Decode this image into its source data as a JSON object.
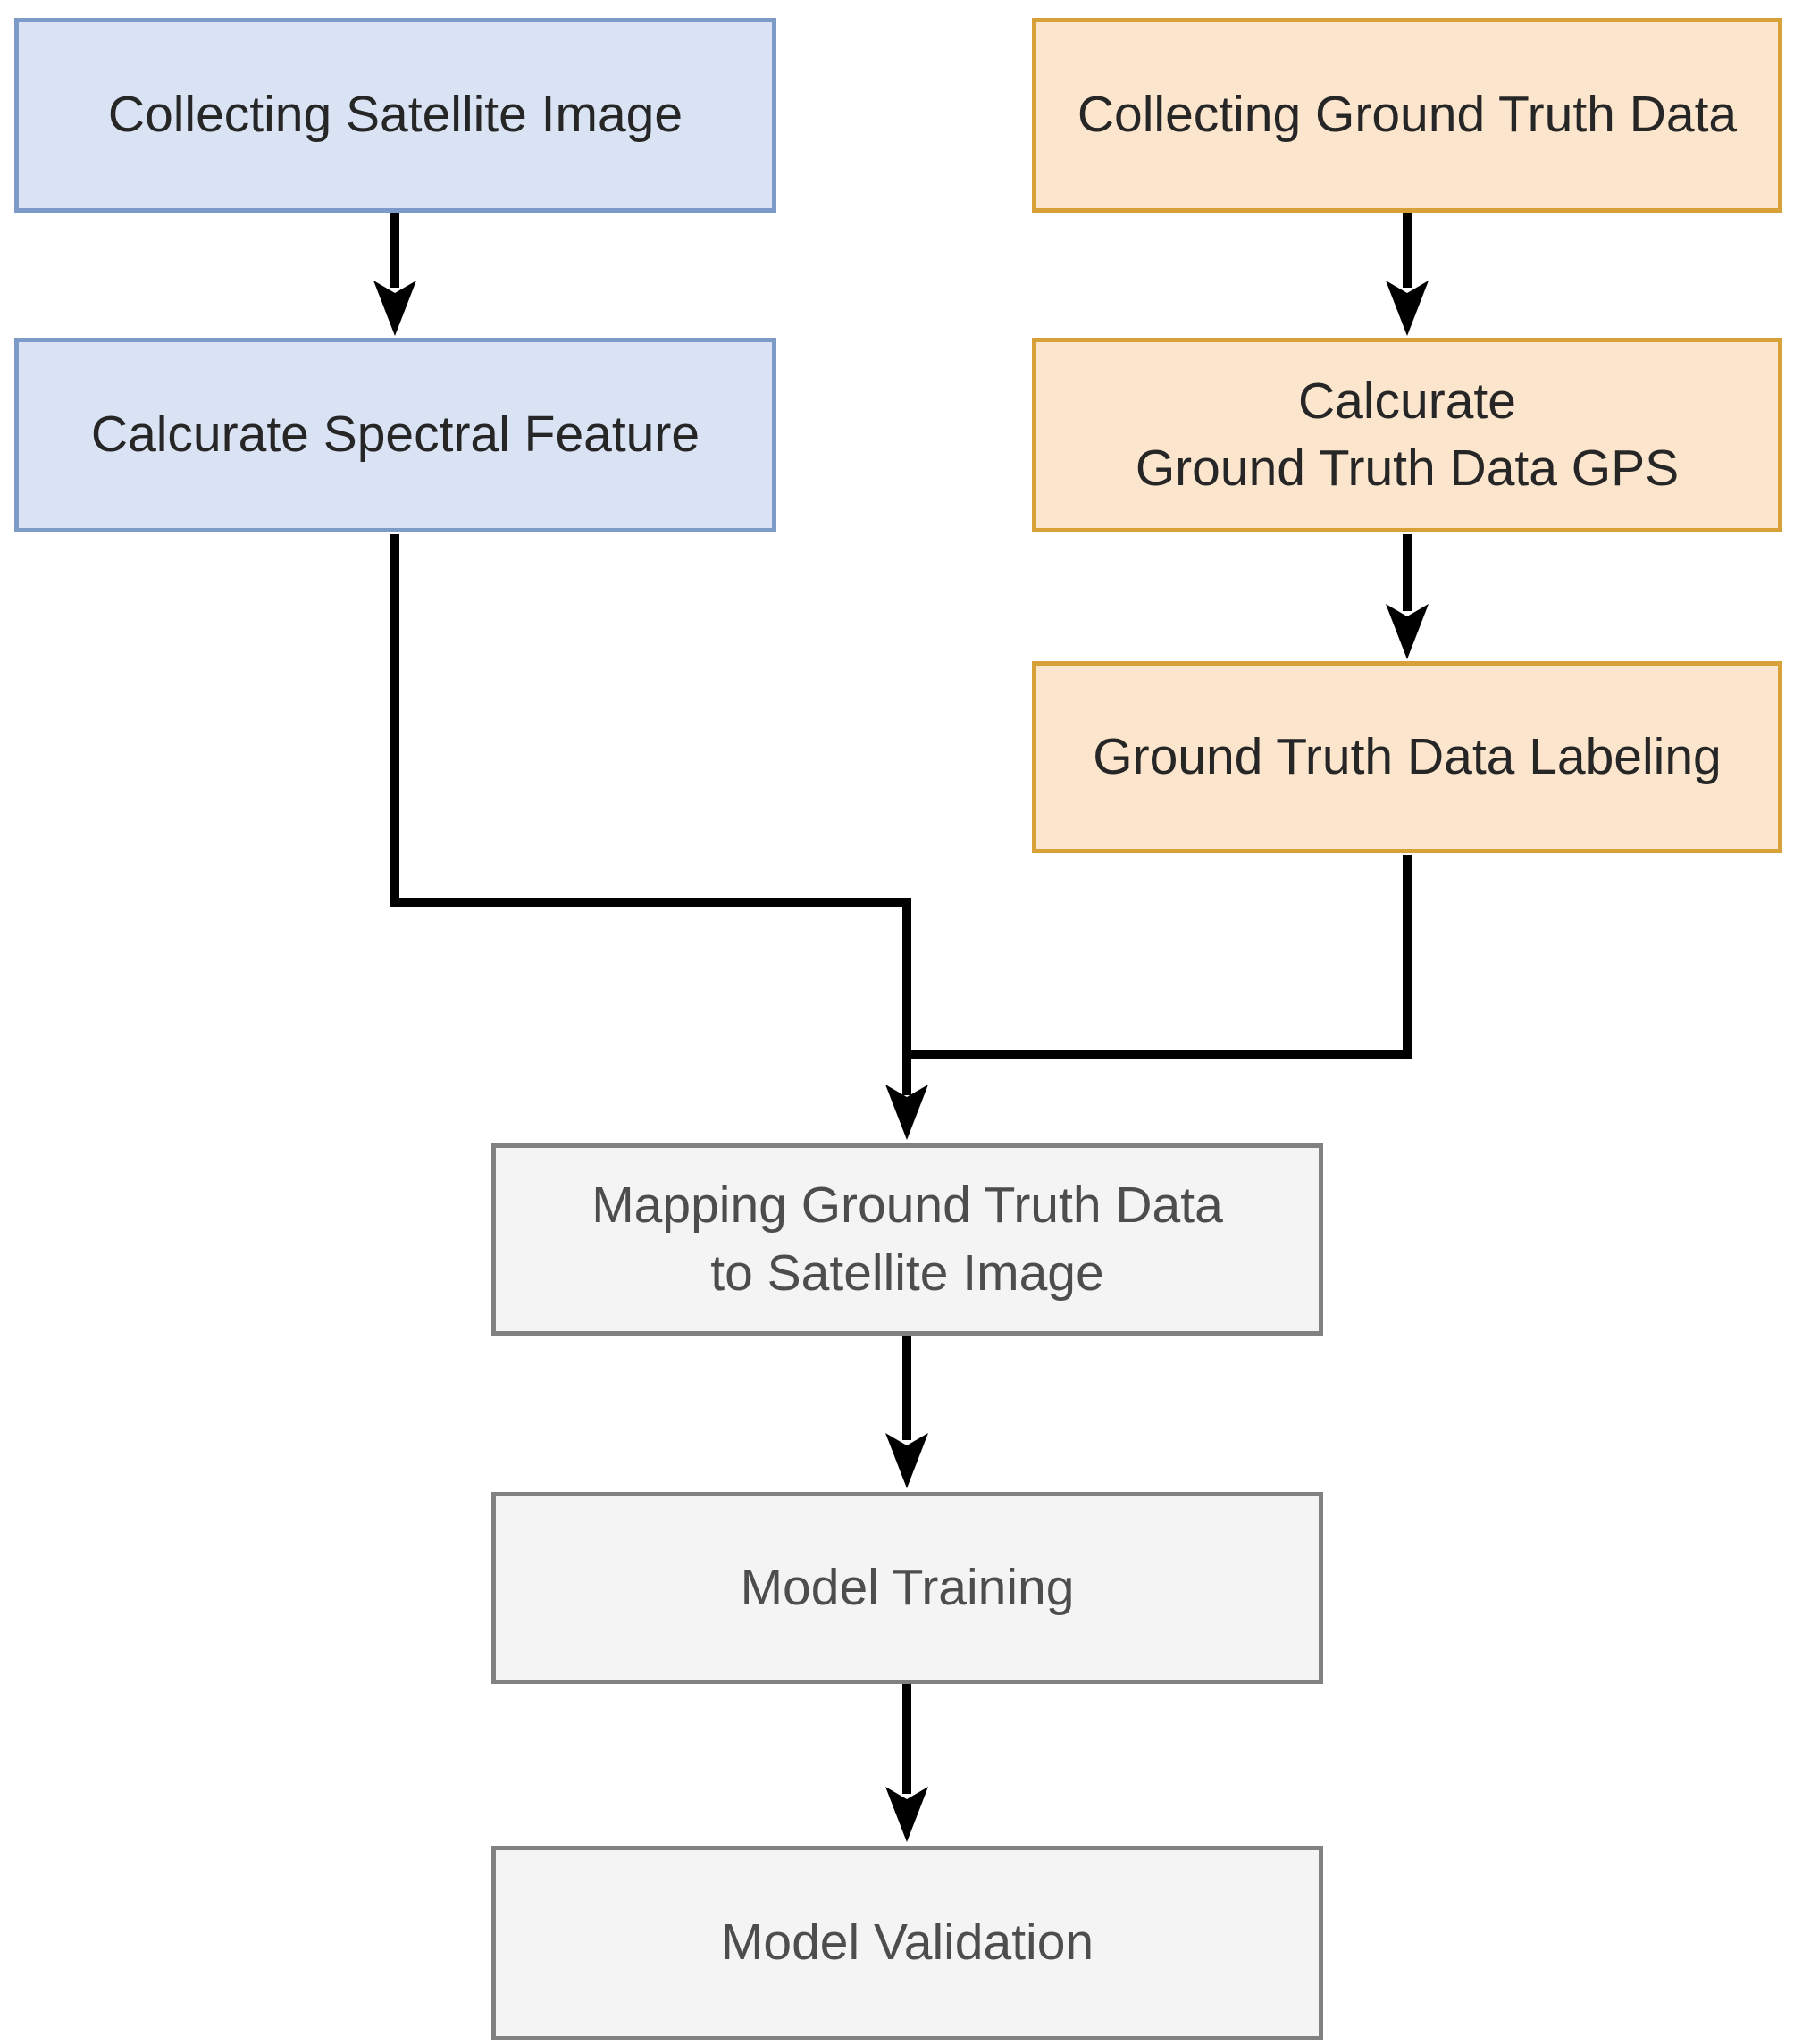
{
  "diagram": {
    "type": "flowchart",
    "nodes": {
      "collecting_satellite_image": {
        "label": "Collecting Satellite Image",
        "group": "satellite",
        "color": "blue"
      },
      "calcurate_spectral_feature": {
        "label": "Calcurate Spectral Feature",
        "group": "satellite",
        "color": "blue"
      },
      "collecting_ground_truth_data": {
        "label": "Collecting Ground Truth Data",
        "group": "ground-truth",
        "color": "orange"
      },
      "calcurate_ground_truth_data_gps": {
        "label": "Calcurate\nGround Truth Data GPS",
        "group": "ground-truth",
        "color": "orange"
      },
      "ground_truth_data_labeling": {
        "label": "Ground Truth Data Labeling",
        "group": "ground-truth",
        "color": "orange"
      },
      "mapping_ground_truth_data": {
        "label": "Mapping Ground Truth Data\nto Satellite Image",
        "group": "merged",
        "color": "gray"
      },
      "model_training": {
        "label": "Model Training",
        "group": "merged",
        "color": "gray"
      },
      "model_validation": {
        "label": "Model Validation",
        "group": "merged",
        "color": "gray"
      }
    },
    "edges": [
      {
        "from": "collecting_satellite_image",
        "to": "calcurate_spectral_feature"
      },
      {
        "from": "collecting_ground_truth_data",
        "to": "calcurate_ground_truth_data_gps"
      },
      {
        "from": "calcurate_ground_truth_data_gps",
        "to": "ground_truth_data_labeling"
      },
      {
        "from": "calcurate_spectral_feature",
        "to": "mapping_ground_truth_data"
      },
      {
        "from": "ground_truth_data_labeling",
        "to": "mapping_ground_truth_data"
      },
      {
        "from": "mapping_ground_truth_data",
        "to": "model_training"
      },
      {
        "from": "model_training",
        "to": "model_validation"
      }
    ],
    "colors": {
      "blue_fill": "#dae3f3",
      "blue_border": "#7d9bc8",
      "orange_fill": "#fce5cd",
      "orange_border": "#d6a237",
      "gray_fill": "#f4f4f4",
      "gray_border": "#818181",
      "connector": "#000000",
      "background": "#ffffff"
    }
  }
}
